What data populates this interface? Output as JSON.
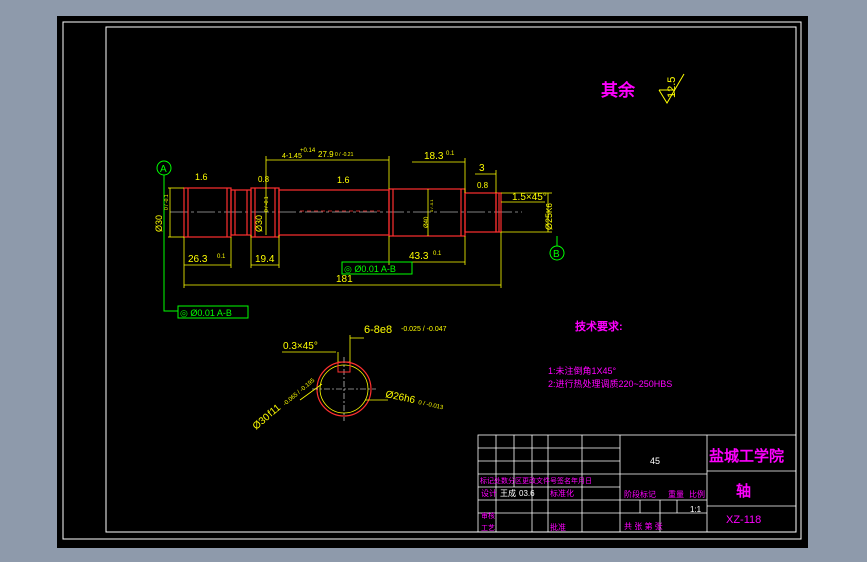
{
  "colors": {
    "background": "#000000",
    "frame": "#ffffff",
    "part_outline": "#ff3030",
    "dimension": "#ffff00",
    "centerline": "#ffffff",
    "note_text": "#ff00ff",
    "datum": "#00ff00",
    "leader": "#00ff00"
  },
  "roughness": {
    "remaining_label": "其余",
    "remaining_value": "12.5"
  },
  "datums": {
    "a": "A",
    "b": "B"
  },
  "shaft": {
    "roughness_left": "1.6",
    "roughness_mid_a": "0.8",
    "roughness_mid_b": "1.6",
    "roughness_right": "0.8",
    "dia_left": "Ø30",
    "dia_left_tol": "0 / -0.1",
    "dia_mid": "Ø30",
    "dia_mid_tol": "0 / -0.1",
    "dia_inner": "Ø40",
    "dia_inner_tol": "0 / -0.1",
    "dia_right": "Ø25",
    "dia_right_tol": "K6",
    "chamfer_right": "1.5×45°",
    "len_top_small": "4-1.45",
    "len_top_tol": "+0.14",
    "len_top": "27.9",
    "len_top_tol2": "0 / -0.21",
    "len_right_a": "18.3",
    "len_right_a_tol": "0.1",
    "len_right_b": "3",
    "len_left": "26.3",
    "len_left_tol": "0.1",
    "len_b": "19.4",
    "len_c": "43.3",
    "len_c_tol": "0.1",
    "len_total": "181",
    "geom_tol_center": "◎ Ø0.01 A-B",
    "geom_tol_left": "◎ Ø0.01 A-B"
  },
  "section": {
    "keyway": "6-8e8",
    "keyway_tol": "-0.025 / -0.047",
    "chamfer": "0.3×45°",
    "dia_outer": "Ø30",
    "dia_outer_fit": "f11",
    "dia_outer_tol": "-0.065 / -0.195",
    "dia_inner": "Ø26h6",
    "dia_inner_tol": "0 / -0.013"
  },
  "requirements": {
    "title": "技术要求:",
    "line1": "1:未注倒角1X45°",
    "line2": "2:进行热处理调质220~250HBS"
  },
  "title_block": {
    "material": "45",
    "school": "盐城工学院",
    "part_name": "轴",
    "drawing_no": "XZ-118",
    "row_marks": "标记处数分区更改文件号签名年月日",
    "row_design": "设计",
    "designer": "王成",
    "date": "03.6",
    "standardize": "标准化",
    "review": "审核",
    "process": "工艺",
    "approve": "批准",
    "stage_mark": "阶段标记",
    "weight": "重量",
    "scale_label": "比例",
    "scale": "1:1",
    "sheets": "共  张 第  张"
  }
}
